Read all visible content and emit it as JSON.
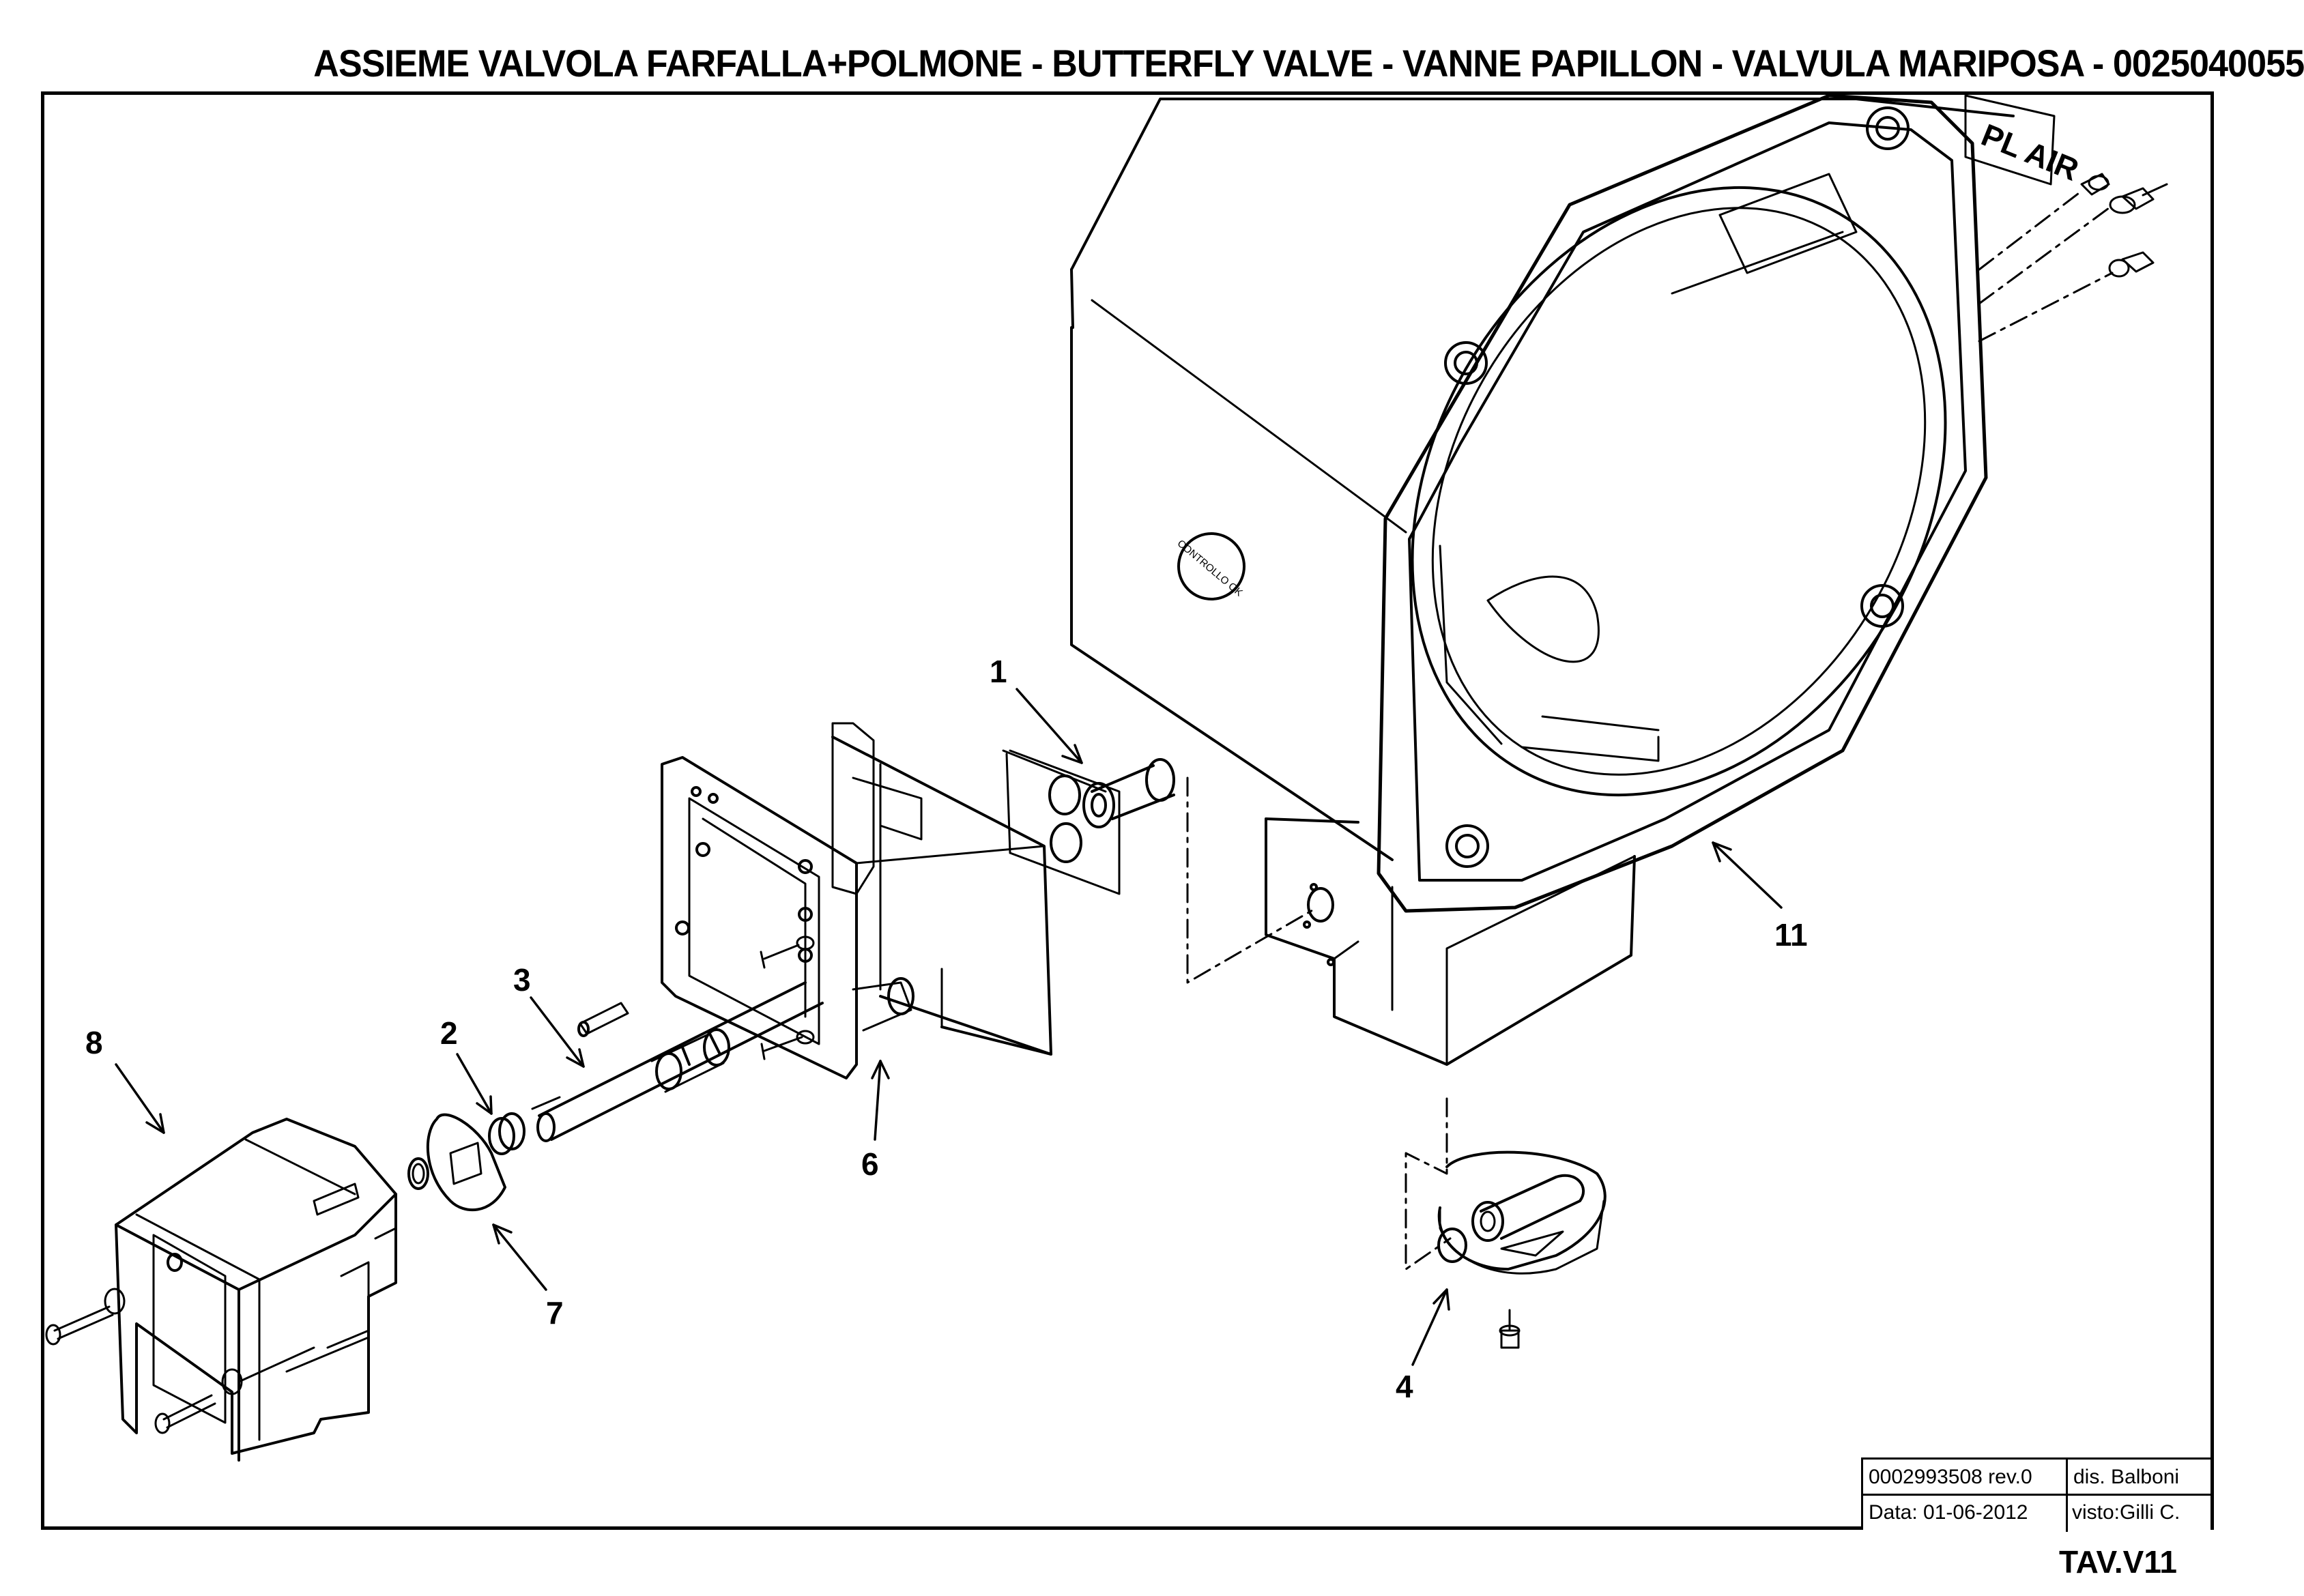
{
  "title": "ASSIEME VALVOLA FARFALLA+POLMONE - BUTTERFLY VALVE - VANNE PAPILLON - VALVULA MARIPOSA - 0025040055",
  "callouts": {
    "c1": "1",
    "c2": "2",
    "c3": "3",
    "c4": "4",
    "c6": "6",
    "c7": "7",
    "c8": "8",
    "c11": "11"
  },
  "housing_label": "PL AIR",
  "stamp_text": "CONTROLLO OK",
  "title_block": {
    "doc_number": "0002993508 rev.0",
    "drawn_by": "dis. Balboni",
    "date": "Data: 01-06-2012",
    "checked_by": "visto:Gilli C."
  },
  "sheet_id": "TAV.V11"
}
